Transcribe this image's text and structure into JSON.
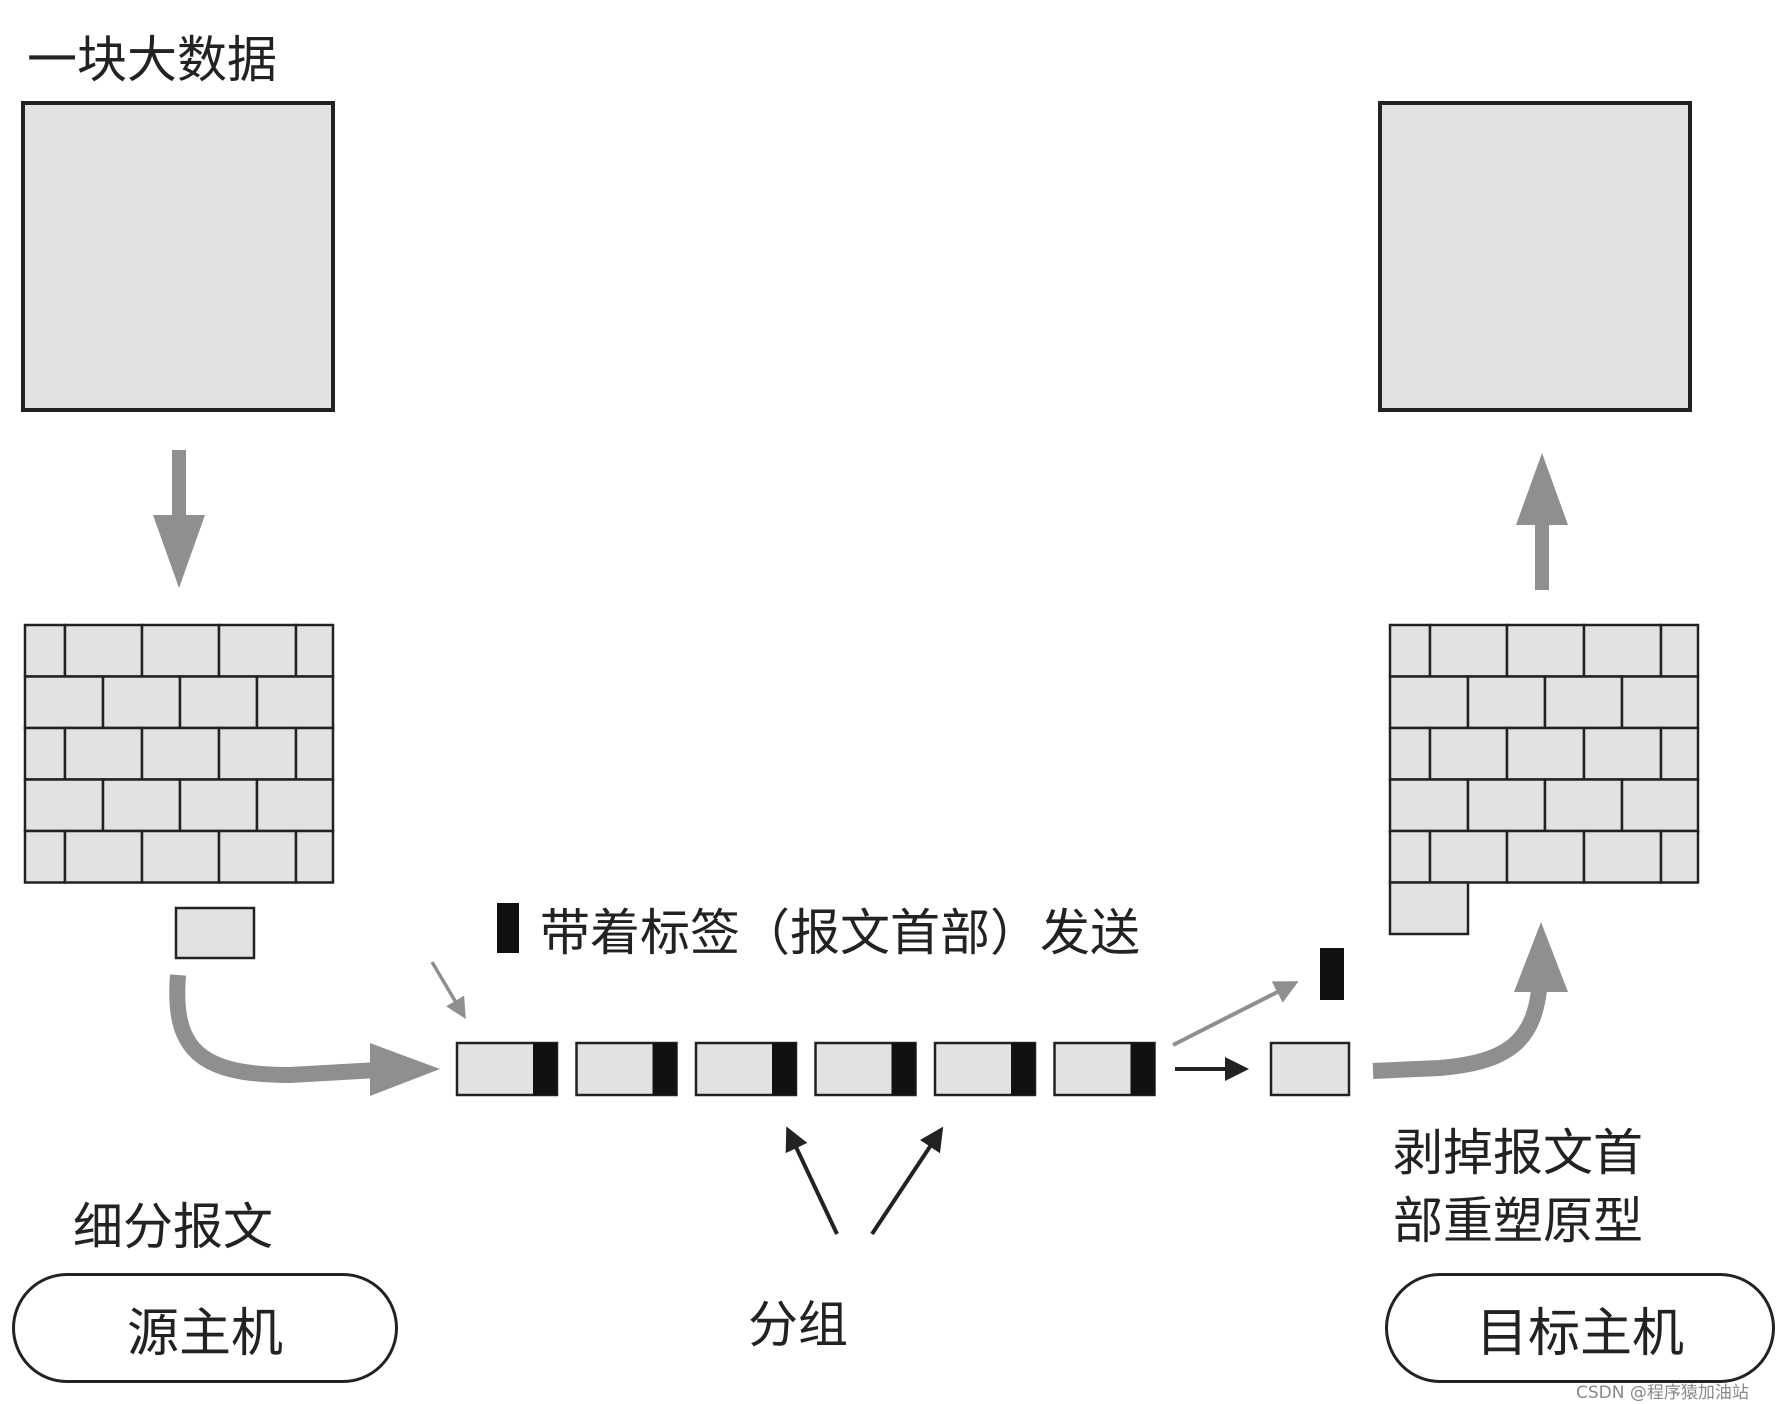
{
  "labels": {
    "big_data": "一块大数据",
    "segment": "细分报文",
    "tag_send": "带着标签（报文首部）发送",
    "packets": "分组",
    "strip": "剥掉报文首",
    "reassemble": "部重塑原型"
  },
  "hosts": {
    "source": "源主机",
    "target": "目标主机"
  },
  "watermark": "CSDN @程序猿加油站",
  "colors": {
    "block_fill": "#e2e2e2",
    "border": "#222222",
    "header_tag": "#111111",
    "flow_arrow": "#8f8f8f",
    "pointer_arrow": "#222222"
  }
}
